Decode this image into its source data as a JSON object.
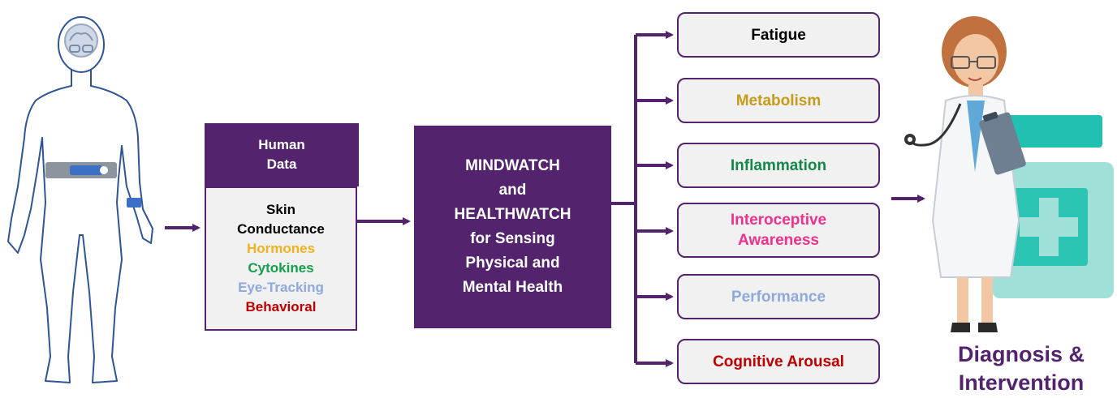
{
  "human_data": {
    "header_line1": "Human",
    "header_line2": "Data",
    "items": [
      {
        "text": "Skin",
        "color": "#000000"
      },
      {
        "text": "Conductance",
        "color": "#000000"
      },
      {
        "text": "Hormones",
        "color": "#f2b21b"
      },
      {
        "text": "Cytokines",
        "color": "#14a04a"
      },
      {
        "text": "Eye-Tracking",
        "color": "#8fa9dc"
      },
      {
        "text": "Behavioral",
        "color": "#c00000"
      }
    ]
  },
  "center_box": {
    "lines": [
      "MINDWATCH",
      "and",
      "HEALTHWATCH",
      "for Sensing",
      "Physical and",
      "Mental Health"
    ]
  },
  "outputs": [
    {
      "label1": "Fatigue",
      "label2": "",
      "color": "#000000"
    },
    {
      "label1": "Metabolism",
      "label2": "",
      "color": "#c69a1a"
    },
    {
      "label1": "Inflammation",
      "label2": "",
      "color": "#14884a"
    },
    {
      "label1": "Interoceptive",
      "label2": "Awareness",
      "color": "#f0308c"
    },
    {
      "label1": "Performance",
      "label2": "",
      "color": "#8fa9dc"
    },
    {
      "label1": "Cognitive Arousal",
      "label2": "",
      "color": "#c00000"
    }
  ],
  "result": {
    "line1": "Diagnosis &",
    "line2": "Intervention"
  },
  "colors": {
    "accent": "#53236d",
    "box_fill": "#f1f1f1",
    "human_outline": "#2f5597",
    "med_green": "#2ec4b6"
  },
  "icons": [
    "human-body-icon",
    "doctor-icon",
    "medicine-bottle-icon"
  ]
}
